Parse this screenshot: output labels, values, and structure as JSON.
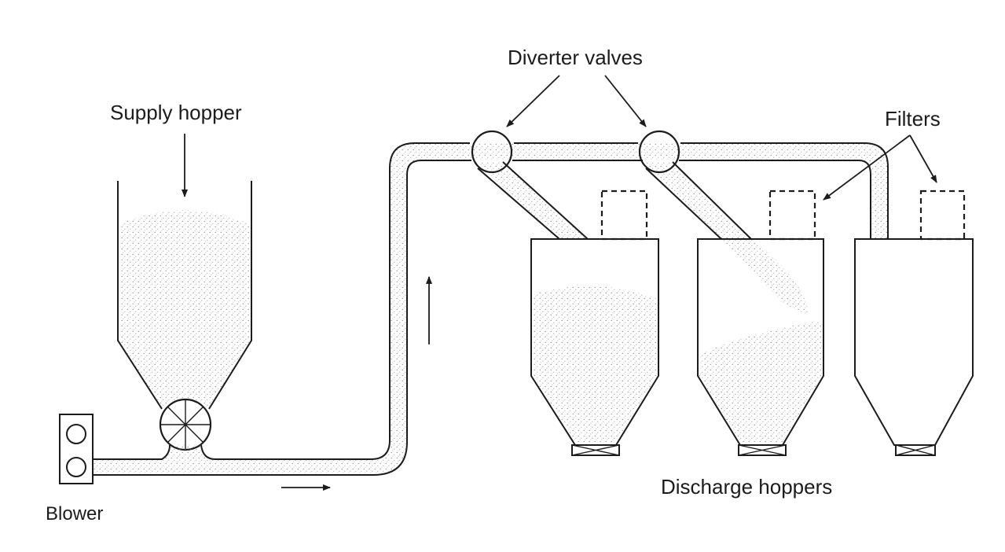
{
  "labels": {
    "supply_hopper": "Supply hopper",
    "diverter_valves": "Diverter valves",
    "filters": "Filters",
    "blower": "Blower",
    "discharge_hoppers": "Discharge hoppers"
  },
  "colors": {
    "line": "#1c1c1c",
    "powder": "#6e6e6e",
    "background": "#ffffff"
  }
}
